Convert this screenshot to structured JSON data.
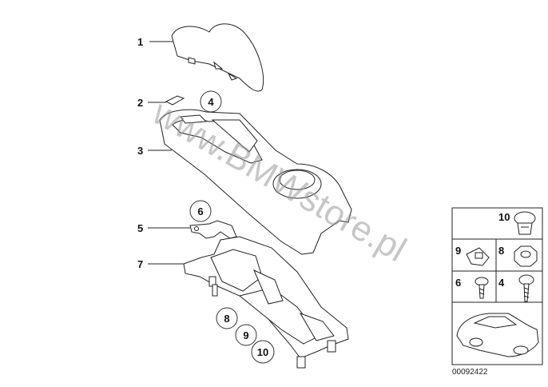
{
  "callouts": {
    "c1": "1",
    "c2": "2",
    "c3": "3",
    "c4": "4",
    "c5": "5",
    "c6": "6",
    "c7": "7",
    "c8": "8",
    "c9": "9",
    "c10": "10"
  },
  "legend": {
    "r10": "10",
    "r9": "9",
    "r8": "8",
    "r6": "6",
    "r4": "4"
  },
  "watermark": "www.BMWstore.pl",
  "diagram_code": "00092422"
}
